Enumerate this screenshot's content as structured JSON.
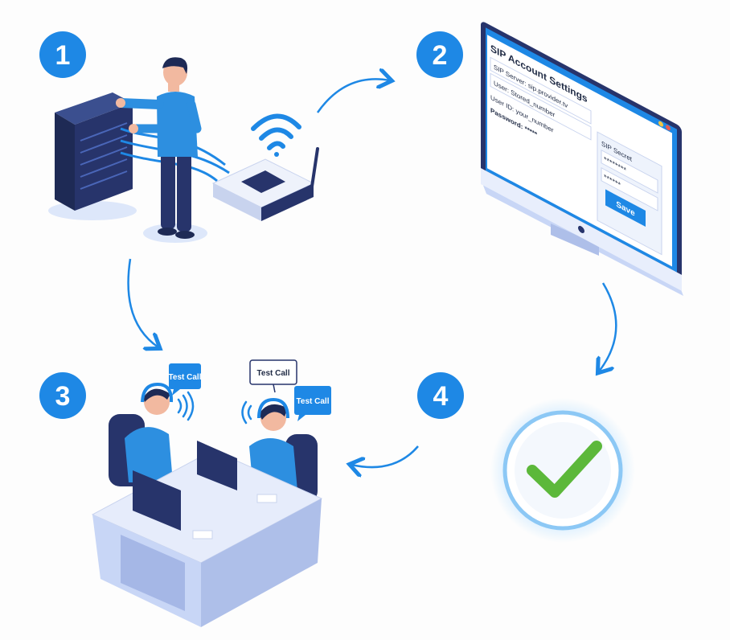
{
  "steps": [
    {
      "number": "1"
    },
    {
      "number": "2"
    },
    {
      "number": "3"
    },
    {
      "number": "4"
    }
  ],
  "monitor": {
    "title": "SIP Account Settings",
    "fields": [
      "SIP Server: sip.provider.tv",
      "User: Stored_number",
      "User ID: your_number",
      "Password: *****"
    ],
    "side_panel_title": "SIP Secret",
    "side_inputs": [
      "********",
      "******"
    ],
    "save_label": "Save"
  },
  "call_bubbles": [
    "Test Call",
    "Test Call",
    "Test Call"
  ],
  "colors": {
    "accent": "#1e88e5",
    "navy": "#27346b",
    "check": "#5cb83a",
    "glow": "#bfe3ff"
  }
}
